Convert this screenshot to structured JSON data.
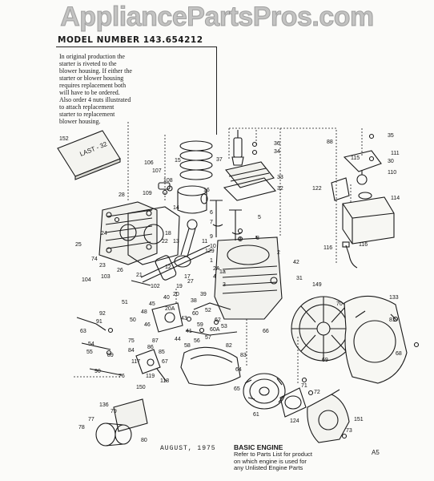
{
  "watermark": "AppliancePartsPros.com",
  "model_number": "MODEL NUMBER 143.654212",
  "note": "In original production the\nstarter is riveted to the\nblower housing. If either the\nstarter or blower housing\nrequires replacement both\nwill have to be ordered.\nAlso order 4 nuts illustrated\nto attach replacement\nstarter to replacement\nblower housing.",
  "manual_label": "LAST - 32",
  "date": "AUGUST, 1975",
  "section_title": "BASIC ENGINE",
  "section_note": "Refer to Parts List for product\non which engine is used for\nany Unlisted Engine Parts",
  "page_code": "A5",
  "callouts": [
    "152",
    "15",
    "106",
    "107",
    "108",
    "109",
    "14",
    "16",
    "28",
    "24",
    "25",
    "74",
    "22",
    "13",
    "18",
    "23",
    "26",
    "2",
    "21",
    "12",
    "17",
    "104",
    "103",
    "51",
    "102",
    "45",
    "40",
    "19",
    "20",
    "48",
    "46",
    "92",
    "91",
    "63",
    "54",
    "55",
    "89",
    "90",
    "76",
    "150",
    "117",
    "118",
    "119",
    "67",
    "43",
    "41",
    "44",
    "58",
    "59",
    "56",
    "57",
    "53",
    "82",
    "83",
    "136",
    "79",
    "77",
    "78",
    "80",
    "36",
    "34",
    "37",
    "33",
    "32",
    "6",
    "7",
    "5",
    "8",
    "9",
    "10",
    "11",
    "129",
    "1",
    "3",
    "42",
    "31",
    "149",
    "70",
    "133",
    "81",
    "69",
    "68",
    "64",
    "65",
    "61",
    "124",
    "71",
    "72",
    "151",
    "73",
    "88",
    "35",
    "30",
    "110",
    "111",
    "115",
    "122",
    "114",
    "116",
    "4",
    "39",
    "38",
    "52",
    "1a",
    "60",
    "27",
    "2A",
    "50",
    "75",
    "84",
    "87",
    "86",
    "85",
    "62",
    "66",
    "20A",
    "60A"
  ],
  "colors": {
    "ink": "#1a1a1a",
    "paper": "#fbfbf9",
    "watermark": "#999999"
  }
}
